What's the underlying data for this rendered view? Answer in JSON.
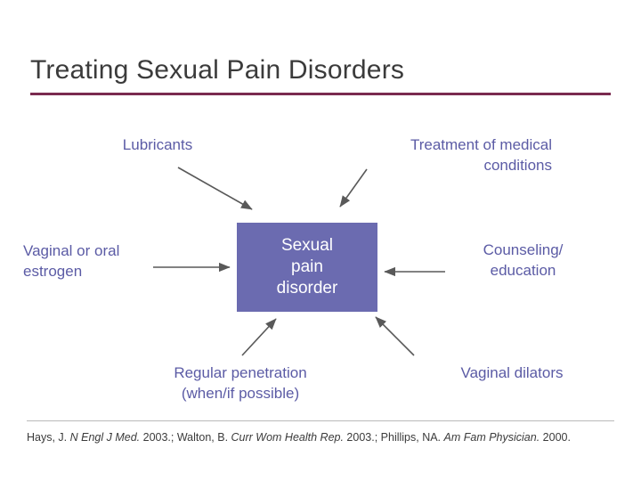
{
  "slide": {
    "title": "Treating Sexual Pain Disorders",
    "center_node": {
      "line1": "Sexual",
      "line2": "pain",
      "line3": "disorder"
    },
    "nodes": {
      "lubricants": "Lubricants",
      "medical_conditions_line1": "Treatment of medical",
      "medical_conditions_line2": "conditions",
      "estrogen_line1": "Vaginal or oral",
      "estrogen_line2": "estrogen",
      "counseling_line1": "Counseling/",
      "counseling_line2": "education",
      "regular_line1": "Regular penetration",
      "regular_line2": "(when/if possible)",
      "dilators": "Vaginal dilators"
    },
    "footnote": {
      "part1": "Hays, J. ",
      "part2_italic": "N Engl J Med.",
      "part3": " 2003.; Walton, B. ",
      "part4_italic": "Curr Wom Health",
      "part5_italic_2": "Rep.",
      "part6": " 2003.; Phillips, NA. ",
      "part7_italic": "Am Fam Physician.",
      "part8": " 2000."
    },
    "colors": {
      "title_text": "#3b3b3b",
      "title_rule": "#7a2a4f",
      "label_text": "#5b5ba5",
      "center_box_fill": "#6b6bb0",
      "center_box_text": "#ffffff",
      "arrow": "#595959"
    }
  }
}
